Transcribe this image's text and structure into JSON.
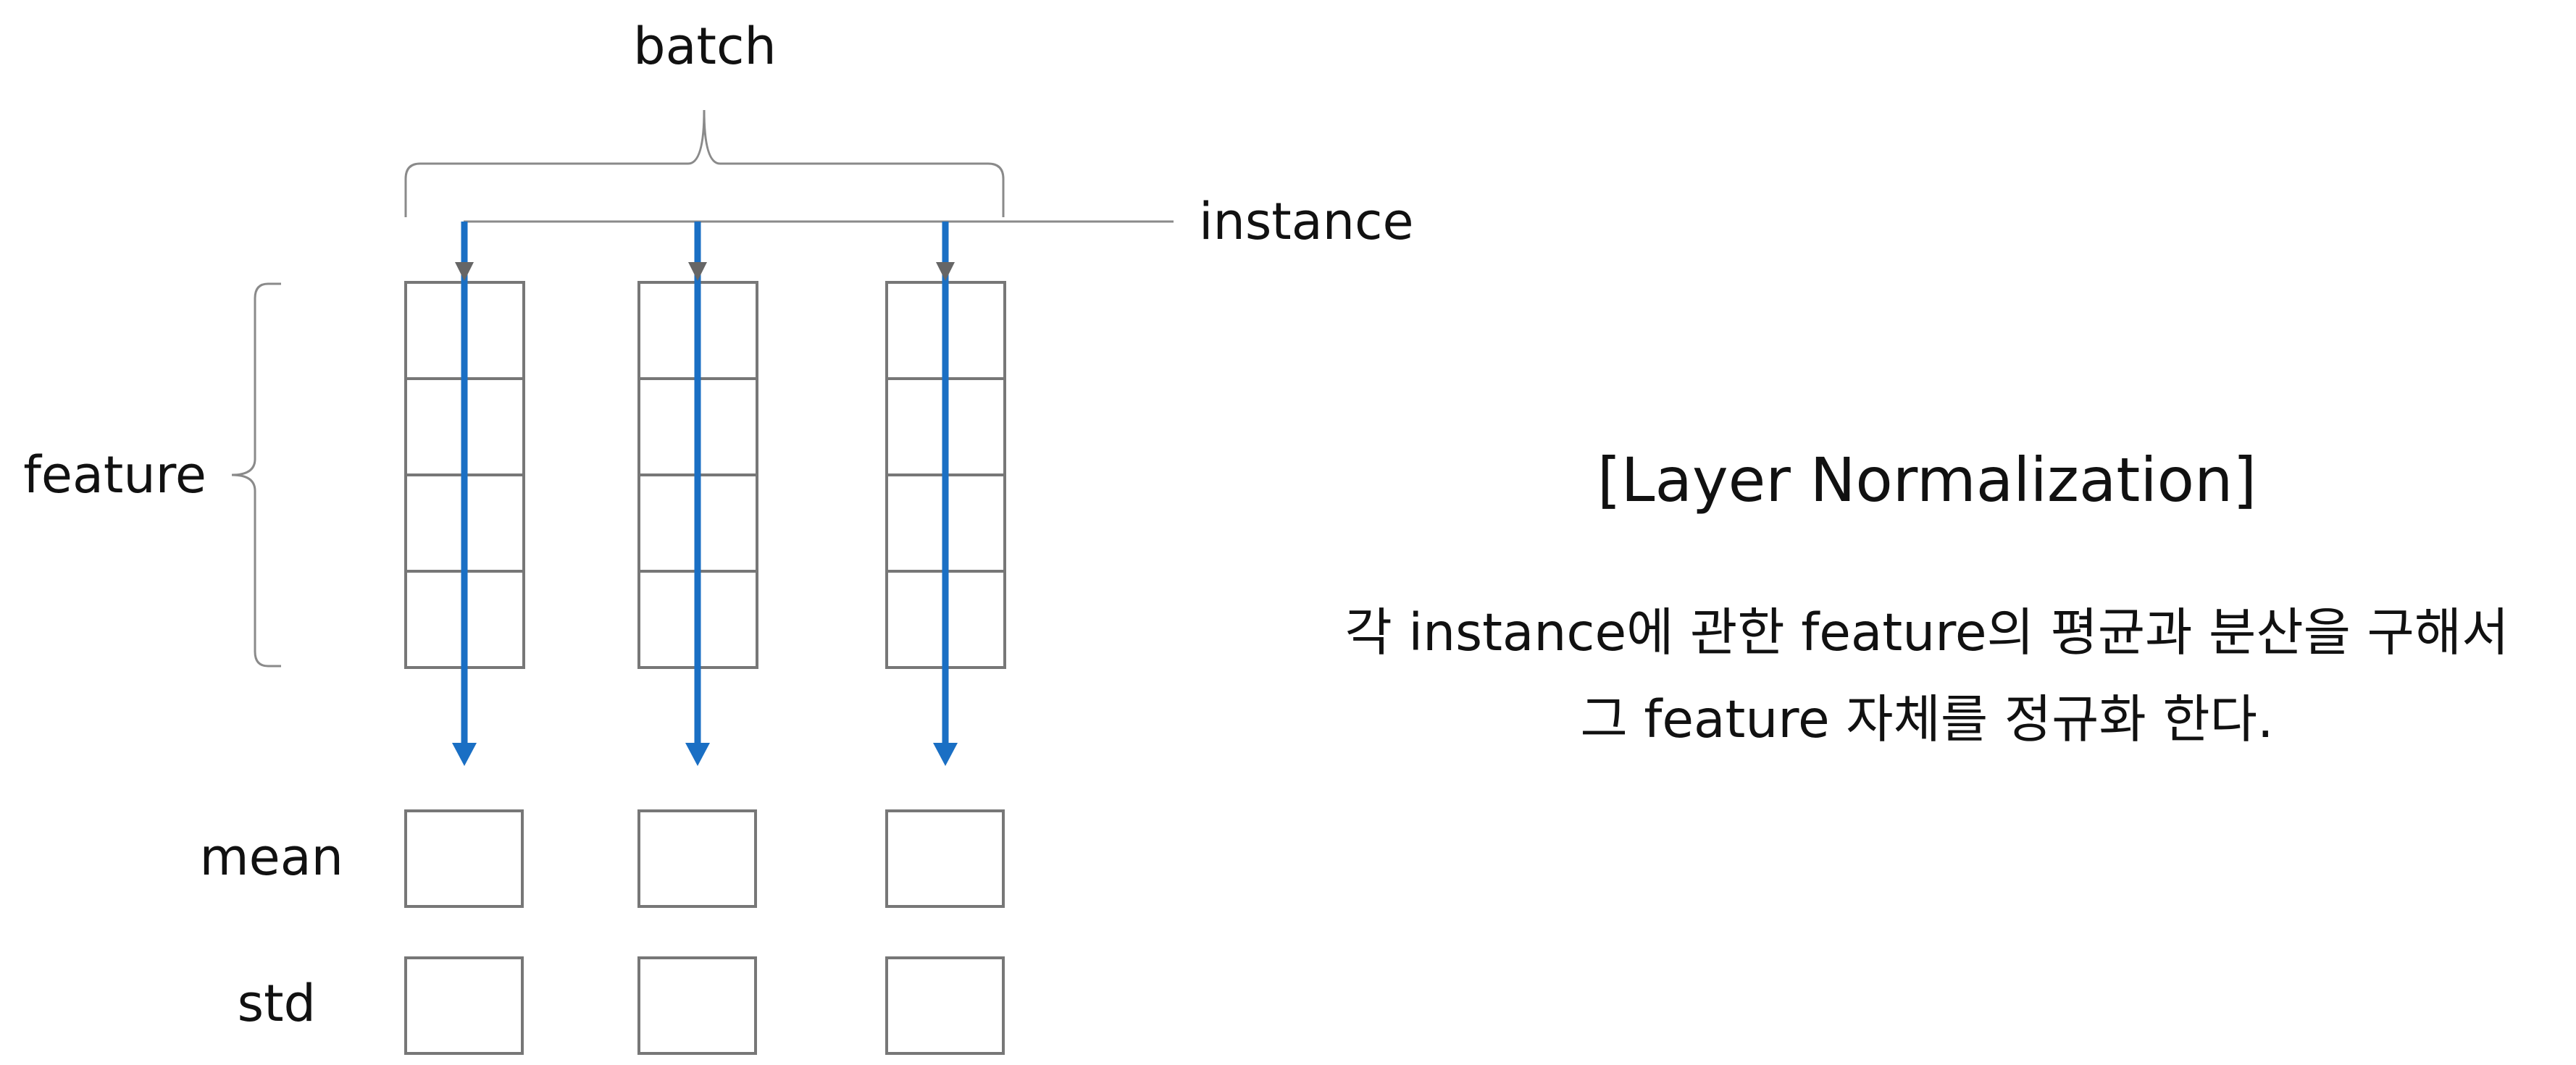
{
  "labels": {
    "batch": "batch",
    "instance": "instance",
    "feature": "feature",
    "mean": "mean",
    "std": "std"
  },
  "panel": {
    "title": "[Layer Normalization]",
    "line1": "각 instance에 관한 feature의 평균과 분산을 구해서",
    "line2": "그 feature 자체를 정규화 한다."
  },
  "diagram": {
    "instance_count": 3,
    "feature_count": 4,
    "colors": {
      "arrow": "#1a6fc4",
      "box_stroke": "#777777",
      "bracket_stroke": "#8a8a8a",
      "arrow_head_gray": "#666666",
      "text": "#111111"
    }
  }
}
